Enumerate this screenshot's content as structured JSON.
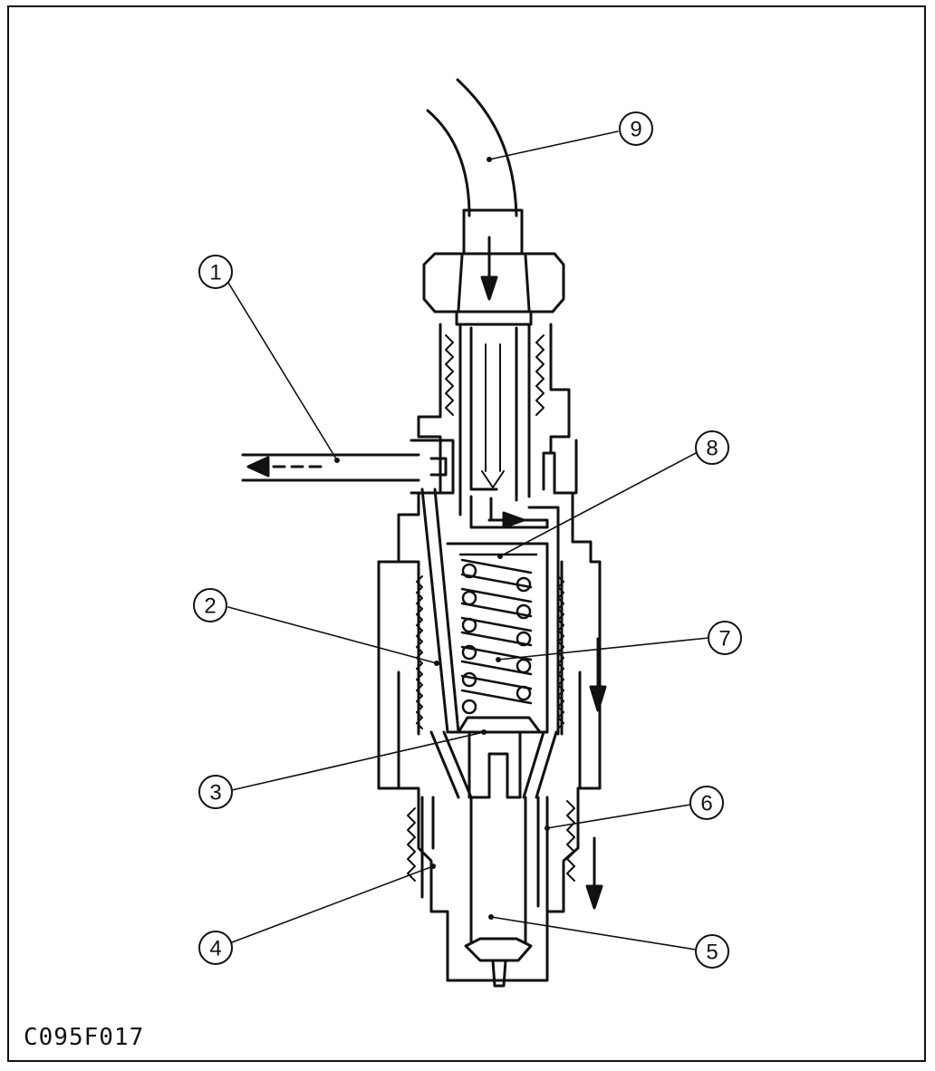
{
  "figure_code": "C095F017",
  "callouts": [
    {
      "number": "1",
      "name": "callout-1"
    },
    {
      "number": "2",
      "name": "callout-2"
    },
    {
      "number": "3",
      "name": "callout-3"
    },
    {
      "number": "4",
      "name": "callout-4"
    },
    {
      "number": "5",
      "name": "callout-5"
    },
    {
      "number": "6",
      "name": "callout-6"
    },
    {
      "number": "7",
      "name": "callout-7"
    },
    {
      "number": "8",
      "name": "callout-8"
    },
    {
      "number": "9",
      "name": "callout-9"
    }
  ],
  "colors": {
    "line": "#111111",
    "background": "#ffffff"
  }
}
